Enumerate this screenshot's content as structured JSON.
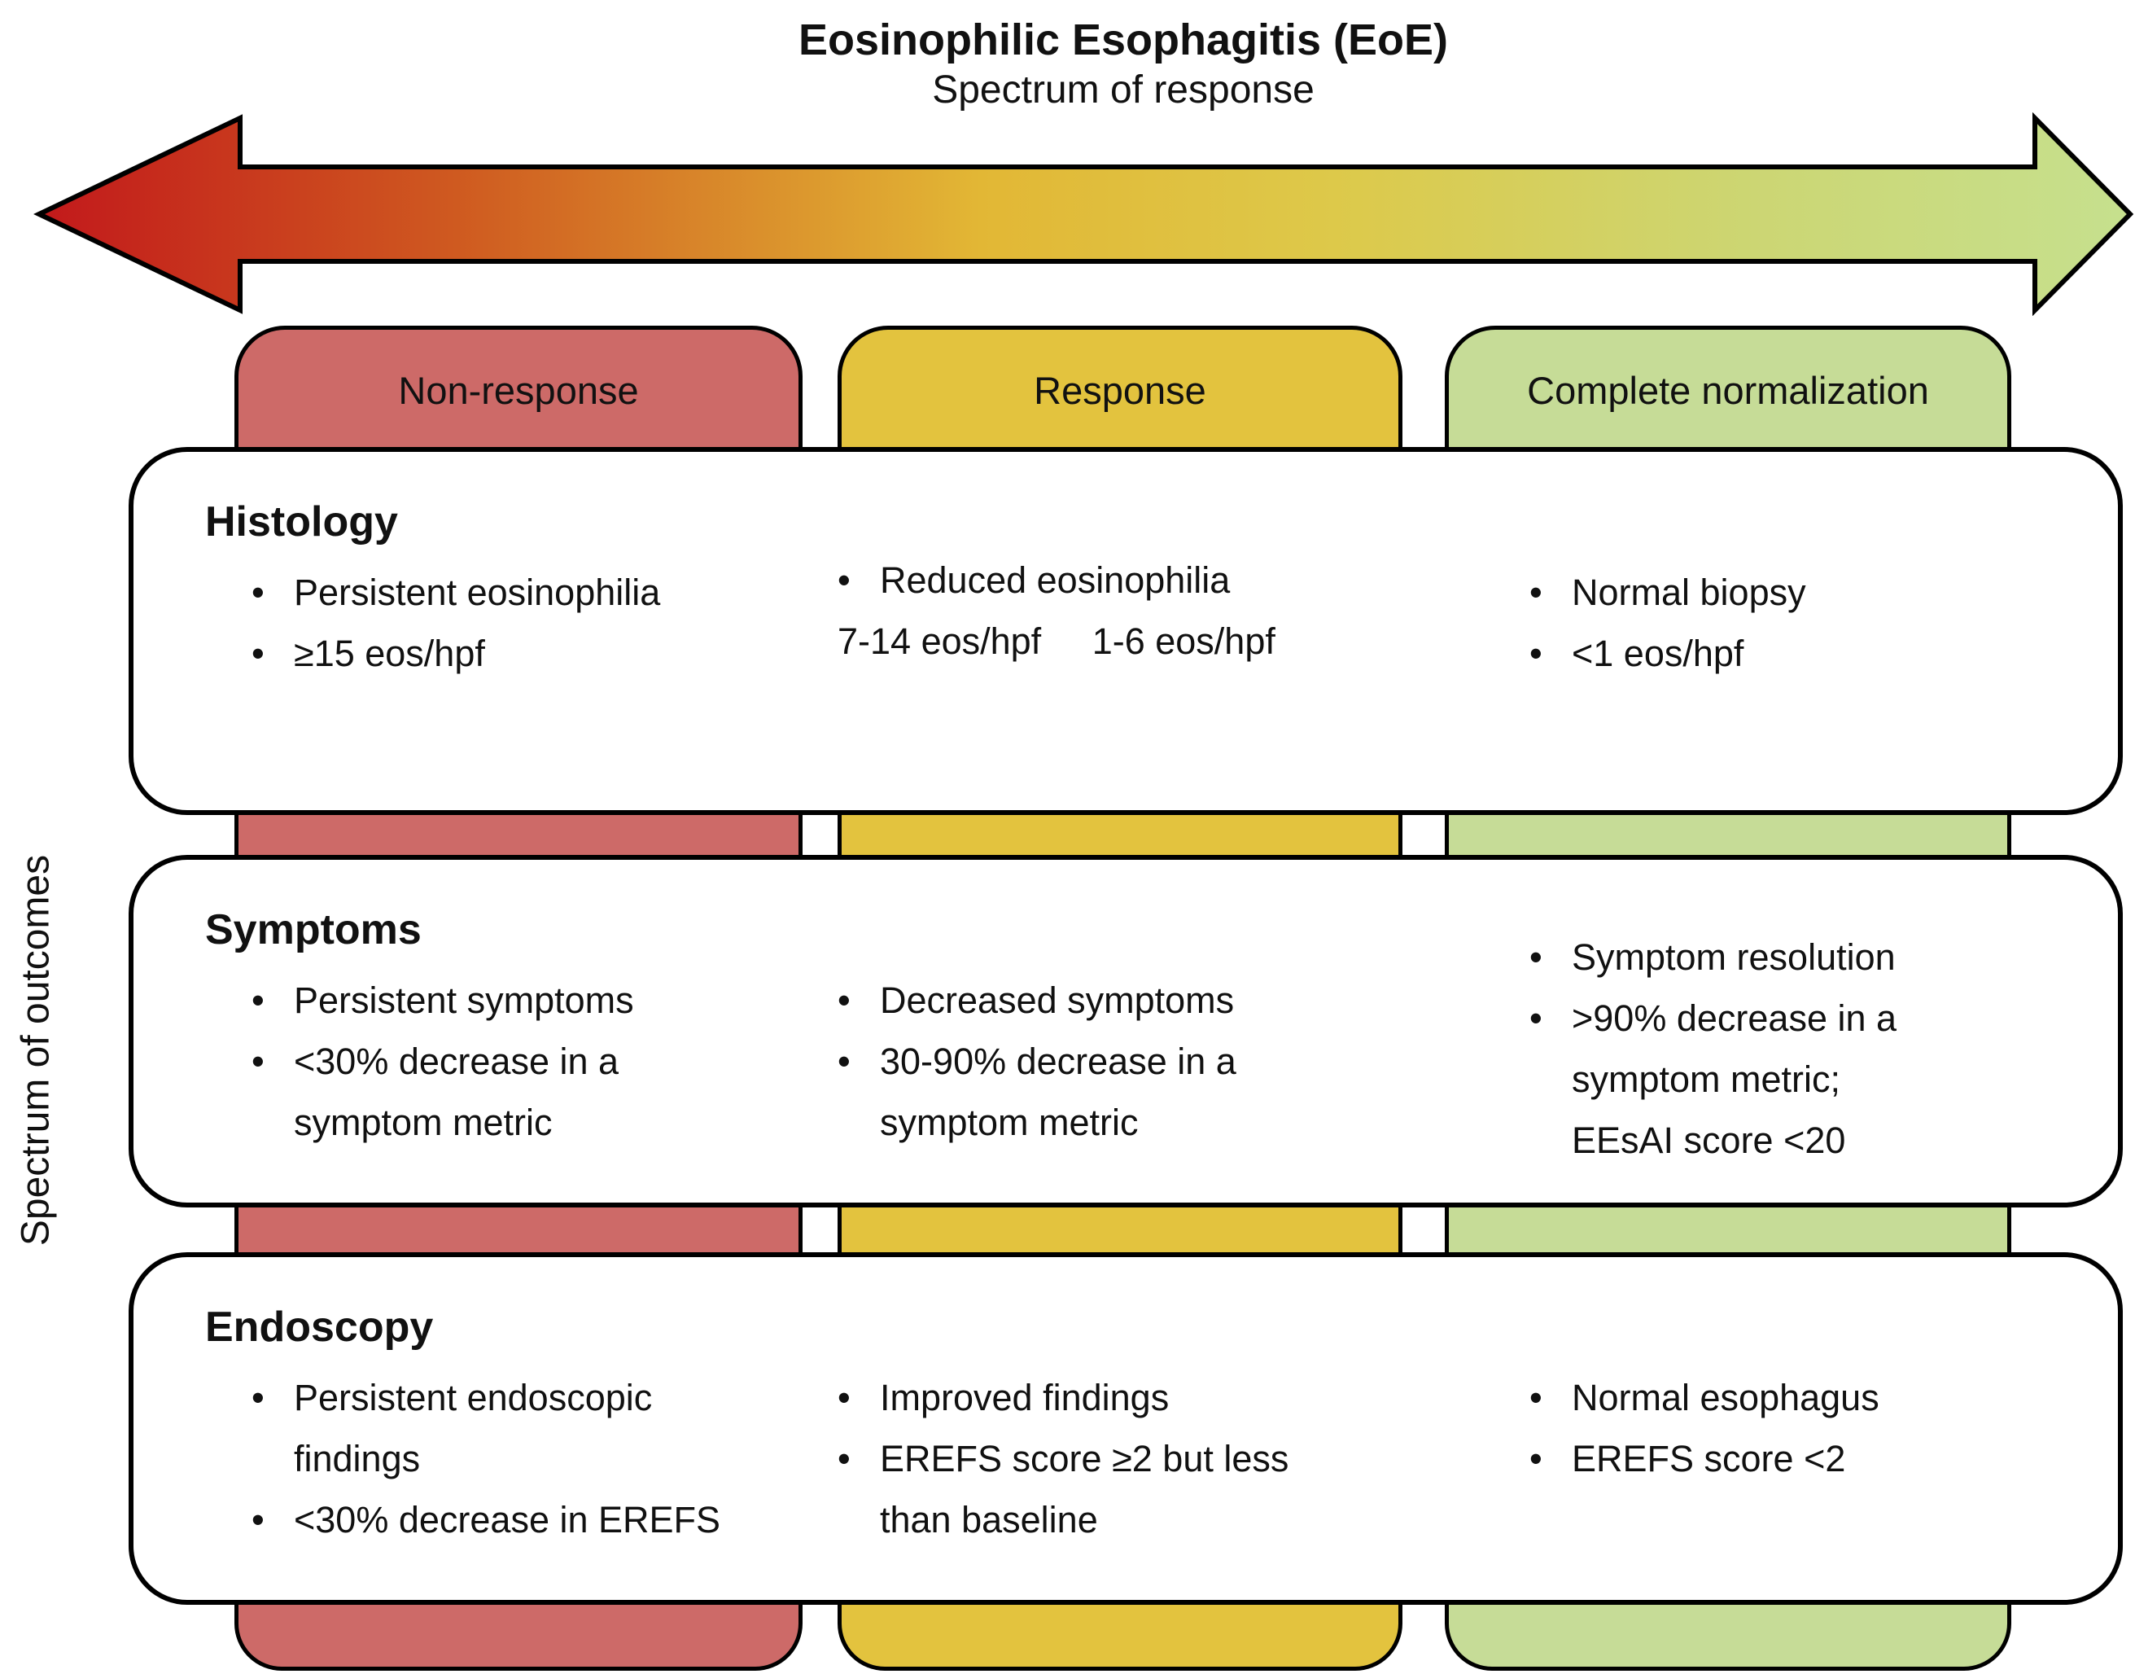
{
  "title": "Eosinophilic Esophagitis (EoE)",
  "subtitle": "Spectrum of response",
  "left_axis_label": "Spectrum of outcomes",
  "arrow": {
    "direction": "double-headed",
    "gradient": [
      "#c2191b",
      "#cf5a20",
      "#e2b735",
      "#ddc94a",
      "#ccd673",
      "#c6e08e"
    ],
    "border_color": "#000000"
  },
  "columns": [
    {
      "label": "Non-response",
      "color": "#cd6a68"
    },
    {
      "label": "Response",
      "color": "#e3c33e"
    },
    {
      "label": "Complete normalization",
      "color": "#c6dc97"
    }
  ],
  "rows": [
    {
      "heading": "Histology",
      "cols": [
        [
          {
            "bullet": true,
            "lines": [
              "Persistent eosinophilia"
            ]
          },
          {
            "bullet": true,
            "lines": [
              "≥15 eos/hpf"
            ]
          }
        ],
        [
          {
            "bullet": true,
            "lines": [
              "Reduced eosinophilia"
            ]
          },
          {
            "bullet": false,
            "lines": [
              "7-14 eos/hpf     1-6 eos/hpf"
            ]
          }
        ],
        [
          {
            "bullet": true,
            "lines": [
              "Normal biopsy"
            ]
          },
          {
            "bullet": true,
            "lines": [
              "<1 eos/hpf"
            ]
          }
        ]
      ]
    },
    {
      "heading": "Symptoms",
      "cols": [
        [
          {
            "bullet": true,
            "lines": [
              "Persistent symptoms"
            ]
          },
          {
            "bullet": true,
            "lines": [
              "<30% decrease in a",
              "symptom metric"
            ]
          }
        ],
        [
          {
            "bullet": true,
            "lines": [
              "Decreased symptoms"
            ]
          },
          {
            "bullet": true,
            "lines": [
              "30-90% decrease in a",
              "symptom metric"
            ]
          }
        ],
        [
          {
            "bullet": true,
            "lines": [
              "Symptom resolution"
            ]
          },
          {
            "bullet": true,
            "lines": [
              ">90% decrease in a",
              "symptom metric;",
              "EEsAI score <20"
            ]
          }
        ]
      ]
    },
    {
      "heading": "Endoscopy",
      "cols": [
        [
          {
            "bullet": true,
            "lines": [
              "Persistent endoscopic",
              "findings"
            ]
          },
          {
            "bullet": true,
            "lines": [
              "<30% decrease in EREFS"
            ]
          }
        ],
        [
          {
            "bullet": true,
            "lines": [
              "Improved findings"
            ]
          },
          {
            "bullet": true,
            "lines": [
              "EREFS score ≥2 but less",
              "than baseline"
            ]
          }
        ],
        [
          {
            "bullet": true,
            "lines": [
              "Normal esophagus"
            ]
          },
          {
            "bullet": true,
            "lines": [
              "EREFS score <2"
            ]
          }
        ]
      ]
    }
  ]
}
